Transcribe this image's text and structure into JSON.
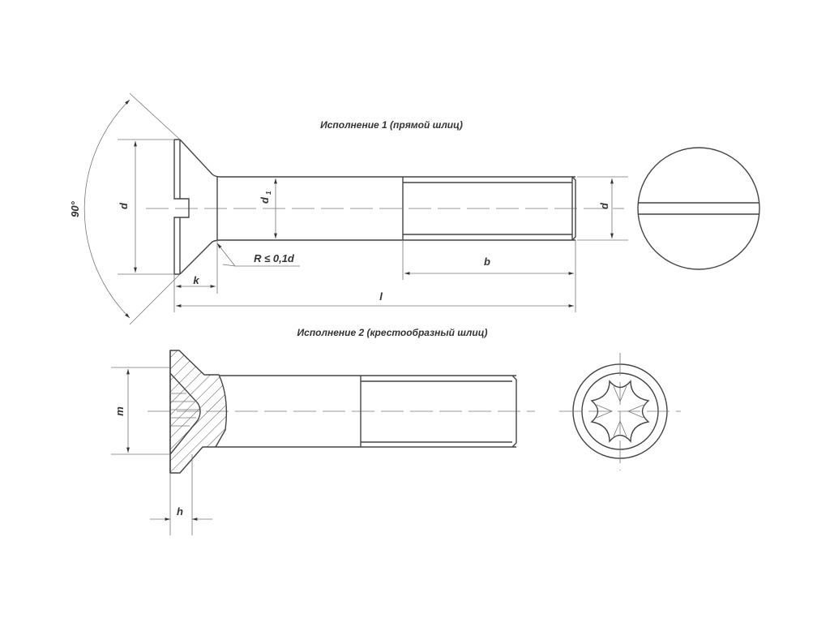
{
  "view1": {
    "title": "Исполнение 1 (прямой шлиц)",
    "labels": {
      "angle": "90°",
      "d": "d",
      "d1": "d",
      "d1_sub": "1",
      "d_right": "d",
      "radius": "R ≤ 0,1d",
      "k": "k",
      "b": "b",
      "l": "l"
    }
  },
  "view2": {
    "title": "Исполнение 2 (крестообразный шлиц)",
    "labels": {
      "m": "m",
      "h": "h"
    }
  }
}
